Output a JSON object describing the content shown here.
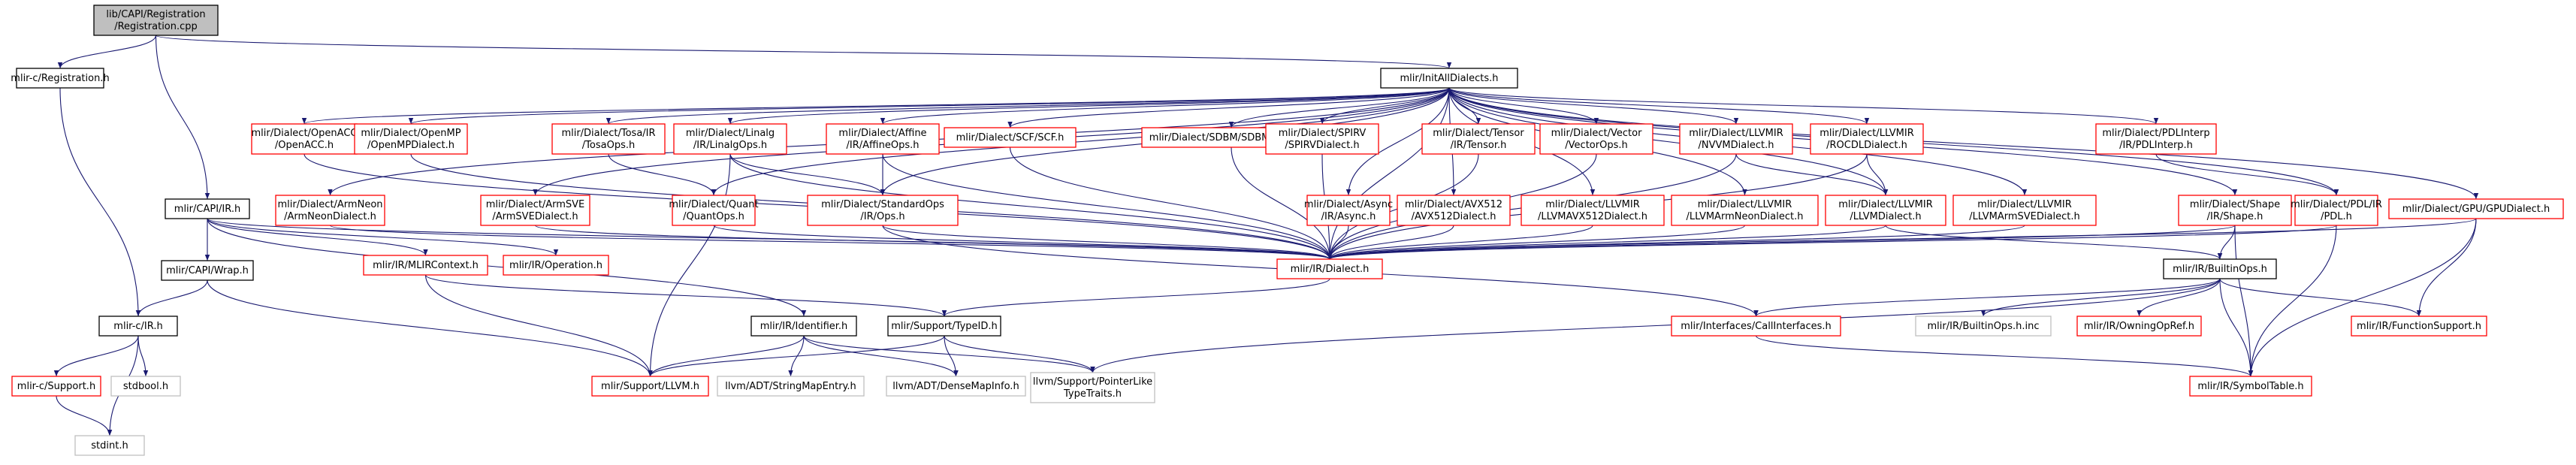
{
  "colors": {
    "edge": "#191970",
    "border_black": "#000000",
    "border_red": "#ff0000",
    "border_gray": "#bfbfbf",
    "fill_root": "#bfbfbf",
    "fill_default": "#ffffff"
  },
  "nodes": [
    {
      "id": "root",
      "lines": [
        "lib/CAPI/Registration",
        "/Registration.cpp"
      ],
      "style": "root"
    },
    {
      "id": "reg_h",
      "lines": [
        "mlir-c/Registration.h"
      ],
      "style": "black"
    },
    {
      "id": "initall",
      "lines": [
        "mlir/InitAllDialects.h"
      ],
      "style": "black"
    },
    {
      "id": "openacc",
      "lines": [
        "mlir/Dialect/OpenACC",
        "/OpenACC.h"
      ],
      "style": "red"
    },
    {
      "id": "openmp",
      "lines": [
        "mlir/Dialect/OpenMP",
        "/OpenMPDialect.h"
      ],
      "style": "red"
    },
    {
      "id": "tosa",
      "lines": [
        "mlir/Dialect/Tosa/IR",
        "/TosaOps.h"
      ],
      "style": "red"
    },
    {
      "id": "linalg",
      "lines": [
        "mlir/Dialect/Linalg",
        "/IR/LinalgOps.h"
      ],
      "style": "red"
    },
    {
      "id": "affine",
      "lines": [
        "mlir/Dialect/Affine",
        "/IR/AffineOps.h"
      ],
      "style": "red"
    },
    {
      "id": "scf",
      "lines": [
        "mlir/Dialect/SCF/SCF.h"
      ],
      "style": "red"
    },
    {
      "id": "sdbm",
      "lines": [
        "mlir/Dialect/SDBM/SDBMDialect.h"
      ],
      "style": "red"
    },
    {
      "id": "spirv",
      "lines": [
        "mlir/Dialect/SPIRV",
        "/SPIRVDialect.h"
      ],
      "style": "red"
    },
    {
      "id": "tensor",
      "lines": [
        "mlir/Dialect/Tensor",
        "/IR/Tensor.h"
      ],
      "style": "red"
    },
    {
      "id": "vector",
      "lines": [
        "mlir/Dialect/Vector",
        "/VectorOps.h"
      ],
      "style": "red"
    },
    {
      "id": "nvvm",
      "lines": [
        "mlir/Dialect/LLVMIR",
        "/NVVMDialect.h"
      ],
      "style": "red"
    },
    {
      "id": "rocdl",
      "lines": [
        "mlir/Dialect/LLVMIR",
        "/ROCDLDialect.h"
      ],
      "style": "red"
    },
    {
      "id": "pdlinterp",
      "lines": [
        "mlir/Dialect/PDLInterp",
        "/IR/PDLInterp.h"
      ],
      "style": "red"
    },
    {
      "id": "capi_ir",
      "lines": [
        "mlir/CAPI/IR.h"
      ],
      "style": "black"
    },
    {
      "id": "armneon",
      "lines": [
        "mlir/Dialect/ArmNeon",
        "/ArmNeonDialect.h"
      ],
      "style": "red"
    },
    {
      "id": "armsve",
      "lines": [
        "mlir/Dialect/ArmSVE",
        "/ArmSVEDialect.h"
      ],
      "style": "red"
    },
    {
      "id": "quant",
      "lines": [
        "mlir/Dialect/Quant",
        "/QuantOps.h"
      ],
      "style": "red"
    },
    {
      "id": "stdops",
      "lines": [
        "mlir/Dialect/StandardOps",
        "/IR/Ops.h"
      ],
      "style": "red"
    },
    {
      "id": "async",
      "lines": [
        "mlir/Dialect/Async",
        "/IR/Async.h"
      ],
      "style": "red"
    },
    {
      "id": "avx512",
      "lines": [
        "mlir/Dialect/AVX512",
        "/AVX512Dialect.h"
      ],
      "style": "red"
    },
    {
      "id": "llvmavx",
      "lines": [
        "mlir/Dialect/LLVMIR",
        "/LLVMAVX512Dialect.h"
      ],
      "style": "red"
    },
    {
      "id": "llvmneon",
      "lines": [
        "mlir/Dialect/LLVMIR",
        "/LLVMArmNeonDialect.h"
      ],
      "style": "red"
    },
    {
      "id": "llvmd",
      "lines": [
        "mlir/Dialect/LLVMIR",
        "/LLVMDialect.h"
      ],
      "style": "red"
    },
    {
      "id": "llvmsve",
      "lines": [
        "mlir/Dialect/LLVMIR",
        "/LLVMArmSVEDialect.h"
      ],
      "style": "red"
    },
    {
      "id": "shape",
      "lines": [
        "mlir/Dialect/Shape",
        "/IR/Shape.h"
      ],
      "style": "red"
    },
    {
      "id": "pdl",
      "lines": [
        "mlir/Dialect/PDL/IR",
        "/PDL.h"
      ],
      "style": "red"
    },
    {
      "id": "gpu",
      "lines": [
        "mlir/Dialect/GPU/GPUDialect.h"
      ],
      "style": "red"
    },
    {
      "id": "capi_wrap",
      "lines": [
        "mlir/CAPI/Wrap.h"
      ],
      "style": "black"
    },
    {
      "id": "mlircontext",
      "lines": [
        "mlir/IR/MLIRContext.h"
      ],
      "style": "red"
    },
    {
      "id": "operation",
      "lines": [
        "mlir/IR/Operation.h"
      ],
      "style": "red"
    },
    {
      "id": "dialect",
      "lines": [
        "mlir/IR/Dialect.h"
      ],
      "style": "red"
    },
    {
      "id": "builtinops",
      "lines": [
        "mlir/IR/BuiltinOps.h"
      ],
      "style": "black"
    },
    {
      "id": "mlirc_ir",
      "lines": [
        "mlir-c/IR.h"
      ],
      "style": "black"
    },
    {
      "id": "identifier",
      "lines": [
        "mlir/IR/Identifier.h"
      ],
      "style": "black"
    },
    {
      "id": "typeid",
      "lines": [
        "mlir/Support/TypeID.h"
      ],
      "style": "black"
    },
    {
      "id": "callif",
      "lines": [
        "mlir/Interfaces/CallInterfaces.h"
      ],
      "style": "red"
    },
    {
      "id": "builtininc",
      "lines": [
        "mlir/IR/BuiltinOps.h.inc"
      ],
      "style": "gray"
    },
    {
      "id": "owningop",
      "lines": [
        "mlir/IR/OwningOpRef.h"
      ],
      "style": "red"
    },
    {
      "id": "funcsupport",
      "lines": [
        "mlir/IR/FunctionSupport.h"
      ],
      "style": "red"
    },
    {
      "id": "mlirc_support",
      "lines": [
        "mlir-c/Support.h"
      ],
      "style": "red"
    },
    {
      "id": "stdbool",
      "lines": [
        "stdbool.h"
      ],
      "style": "gray"
    },
    {
      "id": "llvm_h",
      "lines": [
        "mlir/Support/LLVM.h"
      ],
      "style": "red"
    },
    {
      "id": "strmap",
      "lines": [
        "llvm/ADT/StringMapEntry.h"
      ],
      "style": "gray"
    },
    {
      "id": "densemap",
      "lines": [
        "llvm/ADT/DenseMapInfo.h"
      ],
      "style": "gray"
    },
    {
      "id": "ptrlike",
      "lines": [
        "llvm/Support/PointerLike",
        "TypeTraits.h"
      ],
      "style": "gray"
    },
    {
      "id": "symtab",
      "lines": [
        "mlir/IR/SymbolTable.h"
      ],
      "style": "red"
    },
    {
      "id": "stdint",
      "lines": [
        "stdint.h"
      ],
      "style": "gray"
    }
  ],
  "edges": [
    [
      "root",
      "reg_h"
    ],
    [
      "root",
      "initall"
    ],
    [
      "root",
      "capi_ir"
    ],
    [
      "reg_h",
      "mlirc_ir"
    ],
    [
      "initall",
      "openacc"
    ],
    [
      "initall",
      "openmp"
    ],
    [
      "initall",
      "tosa"
    ],
    [
      "initall",
      "linalg"
    ],
    [
      "initall",
      "affine"
    ],
    [
      "initall",
      "scf"
    ],
    [
      "initall",
      "sdbm"
    ],
    [
      "initall",
      "spirv"
    ],
    [
      "initall",
      "tensor"
    ],
    [
      "initall",
      "vector"
    ],
    [
      "initall",
      "nvvm"
    ],
    [
      "initall",
      "rocdl"
    ],
    [
      "initall",
      "pdlinterp"
    ],
    [
      "initall",
      "armneon"
    ],
    [
      "initall",
      "armsve"
    ],
    [
      "initall",
      "quant"
    ],
    [
      "initall",
      "stdops"
    ],
    [
      "initall",
      "async"
    ],
    [
      "initall",
      "avx512"
    ],
    [
      "initall",
      "llvmavx"
    ],
    [
      "initall",
      "llvmneon"
    ],
    [
      "initall",
      "llvmd"
    ],
    [
      "initall",
      "llvmsve"
    ],
    [
      "initall",
      "shape"
    ],
    [
      "initall",
      "pdl"
    ],
    [
      "initall",
      "gpu"
    ],
    [
      "initall",
      "dialect"
    ],
    [
      "openacc",
      "dialect"
    ],
    [
      "openmp",
      "dialect"
    ],
    [
      "tosa",
      "quant"
    ],
    [
      "linalg",
      "stdops"
    ],
    [
      "linalg",
      "llvm_h"
    ],
    [
      "linalg",
      "dialect"
    ],
    [
      "affine",
      "stdops"
    ],
    [
      "affine",
      "dialect"
    ],
    [
      "scf",
      "dialect"
    ],
    [
      "sdbm",
      "dialect"
    ],
    [
      "spirv",
      "dialect"
    ],
    [
      "tensor",
      "dialect"
    ],
    [
      "vector",
      "dialect"
    ],
    [
      "nvvm",
      "llvmd"
    ],
    [
      "nvvm",
      "dialect"
    ],
    [
      "rocdl",
      "llvmd"
    ],
    [
      "rocdl",
      "dialect"
    ],
    [
      "pdlinterp",
      "pdl"
    ],
    [
      "capi_ir",
      "capi_wrap"
    ],
    [
      "capi_ir",
      "mlircontext"
    ],
    [
      "capi_ir",
      "operation"
    ],
    [
      "capi_ir",
      "dialect"
    ],
    [
      "capi_ir",
      "identifier"
    ],
    [
      "armneon",
      "dialect"
    ],
    [
      "armsve",
      "dialect"
    ],
    [
      "quant",
      "dialect"
    ],
    [
      "stdops",
      "dialect"
    ],
    [
      "stdops",
      "callif"
    ],
    [
      "async",
      "dialect"
    ],
    [
      "avx512",
      "dialect"
    ],
    [
      "llvmavx",
      "dialect"
    ],
    [
      "llvmneon",
      "dialect"
    ],
    [
      "llvmd",
      "dialect"
    ],
    [
      "llvmd",
      "builtinops"
    ],
    [
      "llvmsve",
      "dialect"
    ],
    [
      "shape",
      "dialect"
    ],
    [
      "shape",
      "builtinops"
    ],
    [
      "shape",
      "symtab"
    ],
    [
      "pdl",
      "dialect"
    ],
    [
      "pdl",
      "symtab"
    ],
    [
      "gpu",
      "dialect"
    ],
    [
      "gpu",
      "funcsupport"
    ],
    [
      "gpu",
      "symtab"
    ],
    [
      "capi_wrap",
      "mlirc_ir"
    ],
    [
      "capi_wrap",
      "llvm_h"
    ],
    [
      "mlircontext",
      "llvm_h"
    ],
    [
      "mlircontext",
      "typeid"
    ],
    [
      "dialect",
      "typeid"
    ],
    [
      "builtinops",
      "callif"
    ],
    [
      "builtinops",
      "builtininc"
    ],
    [
      "builtinops",
      "owningop"
    ],
    [
      "builtinops",
      "funcsupport"
    ],
    [
      "builtinops",
      "symtab"
    ],
    [
      "builtinops",
      "ptrlike"
    ],
    [
      "mlirc_ir",
      "mlirc_support"
    ],
    [
      "mlirc_ir",
      "stdbool"
    ],
    [
      "mlirc_ir",
      "stdint"
    ],
    [
      "mlirc_support",
      "stdint"
    ],
    [
      "identifier",
      "llvm_h"
    ],
    [
      "identifier",
      "strmap"
    ],
    [
      "identifier",
      "densemap"
    ],
    [
      "identifier",
      "ptrlike"
    ],
    [
      "typeid",
      "llvm_h"
    ],
    [
      "typeid",
      "densemap"
    ],
    [
      "typeid",
      "ptrlike"
    ],
    [
      "callif",
      "symtab"
    ]
  ]
}
